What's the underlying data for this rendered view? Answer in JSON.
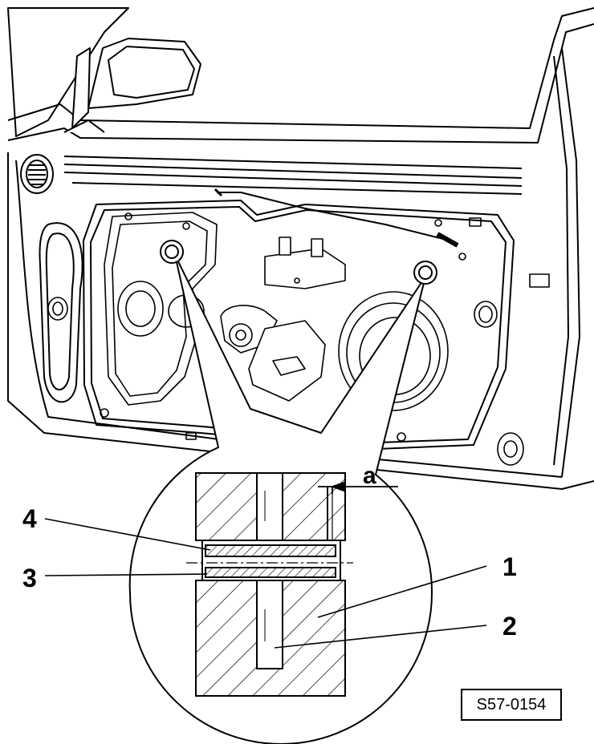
{
  "figure": {
    "id_label": "S57-0154"
  },
  "callouts": {
    "item_1": "1",
    "item_2": "2",
    "item_3": "3",
    "item_4": "4",
    "dimension_a": "a"
  },
  "colors": {
    "line": "#000000",
    "background": "#ffffff",
    "light_shade": "#ebebeb"
  }
}
